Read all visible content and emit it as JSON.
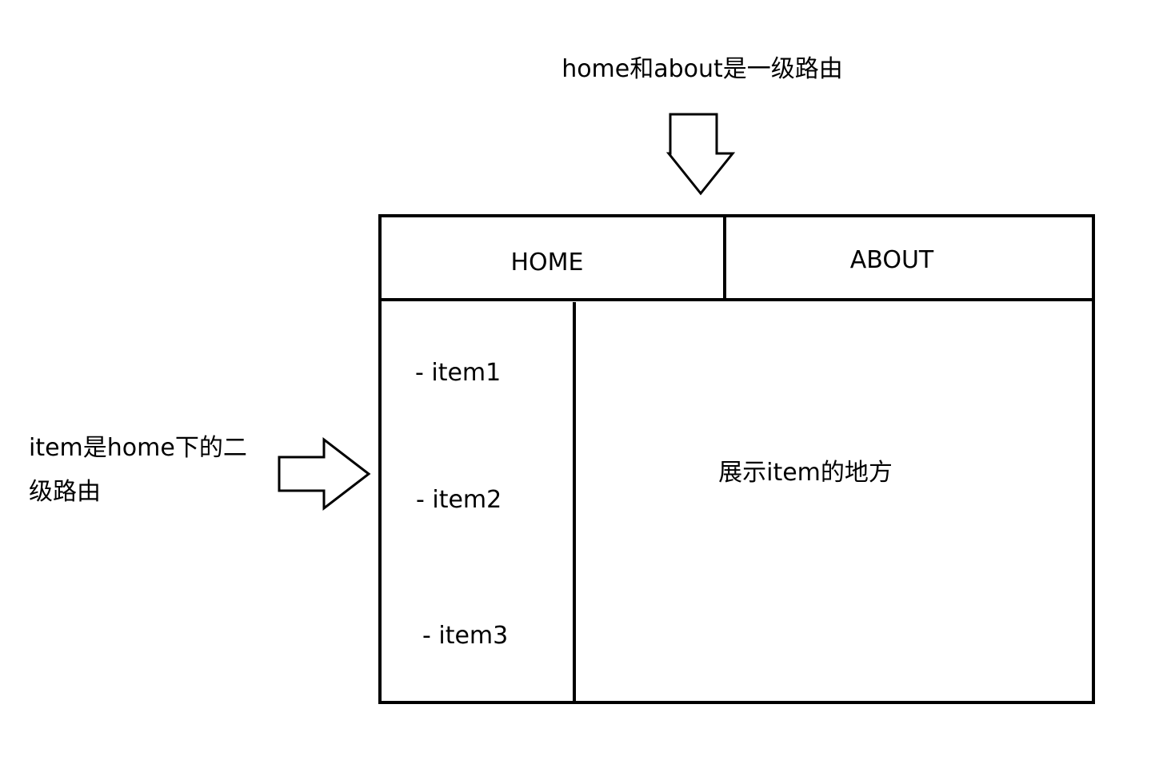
{
  "top_annotation": "home和about是一级路由",
  "left_annotation": {
    "line1": "item是home下的二",
    "line2": "级路由"
  },
  "nav": {
    "home": "HOME",
    "about": "ABOUT"
  },
  "items": [
    "- item1",
    "- item2",
    "- item3"
  ],
  "content_area": "展示item的地方",
  "colors": {
    "stroke": "#000000",
    "background": "#ffffff"
  }
}
